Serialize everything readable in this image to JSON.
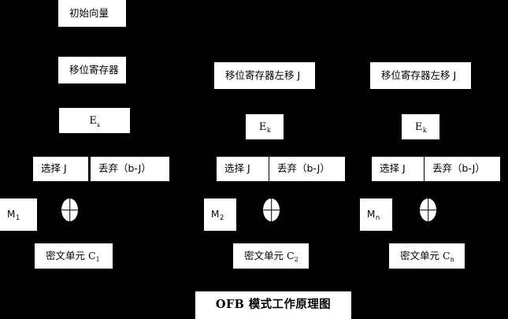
{
  "diagram": {
    "title": "OFB 模式工作原理图",
    "background_color": "#000000",
    "box_color": "#ffffff",
    "text_color": "#000000",
    "initial_vector": "初始向量",
    "shift_register": "移位寄存器",
    "shift_register_left": "移位寄存器左移 J",
    "encrypt_label_prefix": "E",
    "encrypt_label_sub": "k",
    "select_label": "选择 J",
    "discard_label": "丢弃（b-J）",
    "plaintext": [
      {
        "prefix": "M",
        "sub": "1"
      },
      {
        "prefix": "M",
        "sub": "2"
      },
      {
        "prefix": "M",
        "sub": "n"
      }
    ],
    "xor_symbol": "⊕",
    "ciphertext": [
      {
        "cn": "密文单元 ",
        "latin": "C",
        "sub": "1"
      },
      {
        "cn": "密文单元 ",
        "latin": "C",
        "sub": "2"
      },
      {
        "cn": "密文单元 ",
        "latin": "C",
        "sub": "n"
      }
    ],
    "columns": [
      {
        "header": "移位寄存器"
      },
      {
        "header": "移位寄存器左移 J"
      },
      {
        "header": "移位寄存器左移 J"
      }
    ]
  }
}
